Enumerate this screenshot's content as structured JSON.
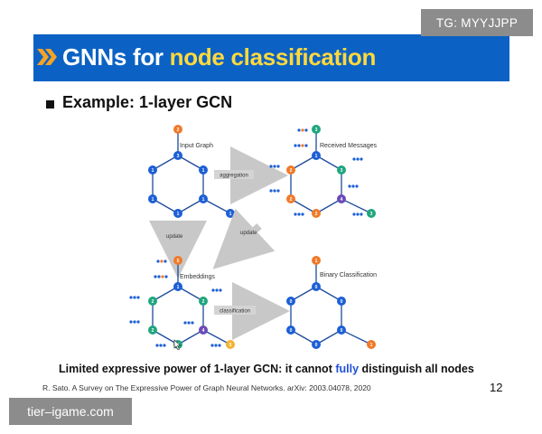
{
  "slide": {
    "title_part1": "GNNs for ",
    "title_part2": "node classification",
    "heading": "Example: 1-layer GCN",
    "bottom_part1": "Limited expressive power of 1-layer GCN: it cannot ",
    "bottom_part2": "fully",
    "bottom_part3": " distinguish all nodes",
    "citation": "R. Sato. A Survey on The Expressive Power of Graph Neural Networks. arXiv: 2003.04078, 2020",
    "page_number": "12"
  },
  "diagram": {
    "labels": {
      "input_graph": "Input Graph",
      "received_messages": "Received Messages",
      "embeddings": "Embeddings",
      "binary_classification": "Binary Classification",
      "aggregation": "aggregation",
      "update_left": "update",
      "update_diag": "update",
      "classification": "classification"
    }
  },
  "watermarks": {
    "tg": "TG: MYYJJPP",
    "site": "tier–igame.com"
  },
  "colors": {
    "title_bar": "#0b62c4",
    "title_highlight": "#ffd93d",
    "node_blue": "#1c5fd6",
    "node_orange": "#f07a2a",
    "node_green": "#1fa67e",
    "node_purple": "#6a4ab8",
    "node_yellow": "#f2b233",
    "emphasis_blue": "#1f4fd9"
  }
}
